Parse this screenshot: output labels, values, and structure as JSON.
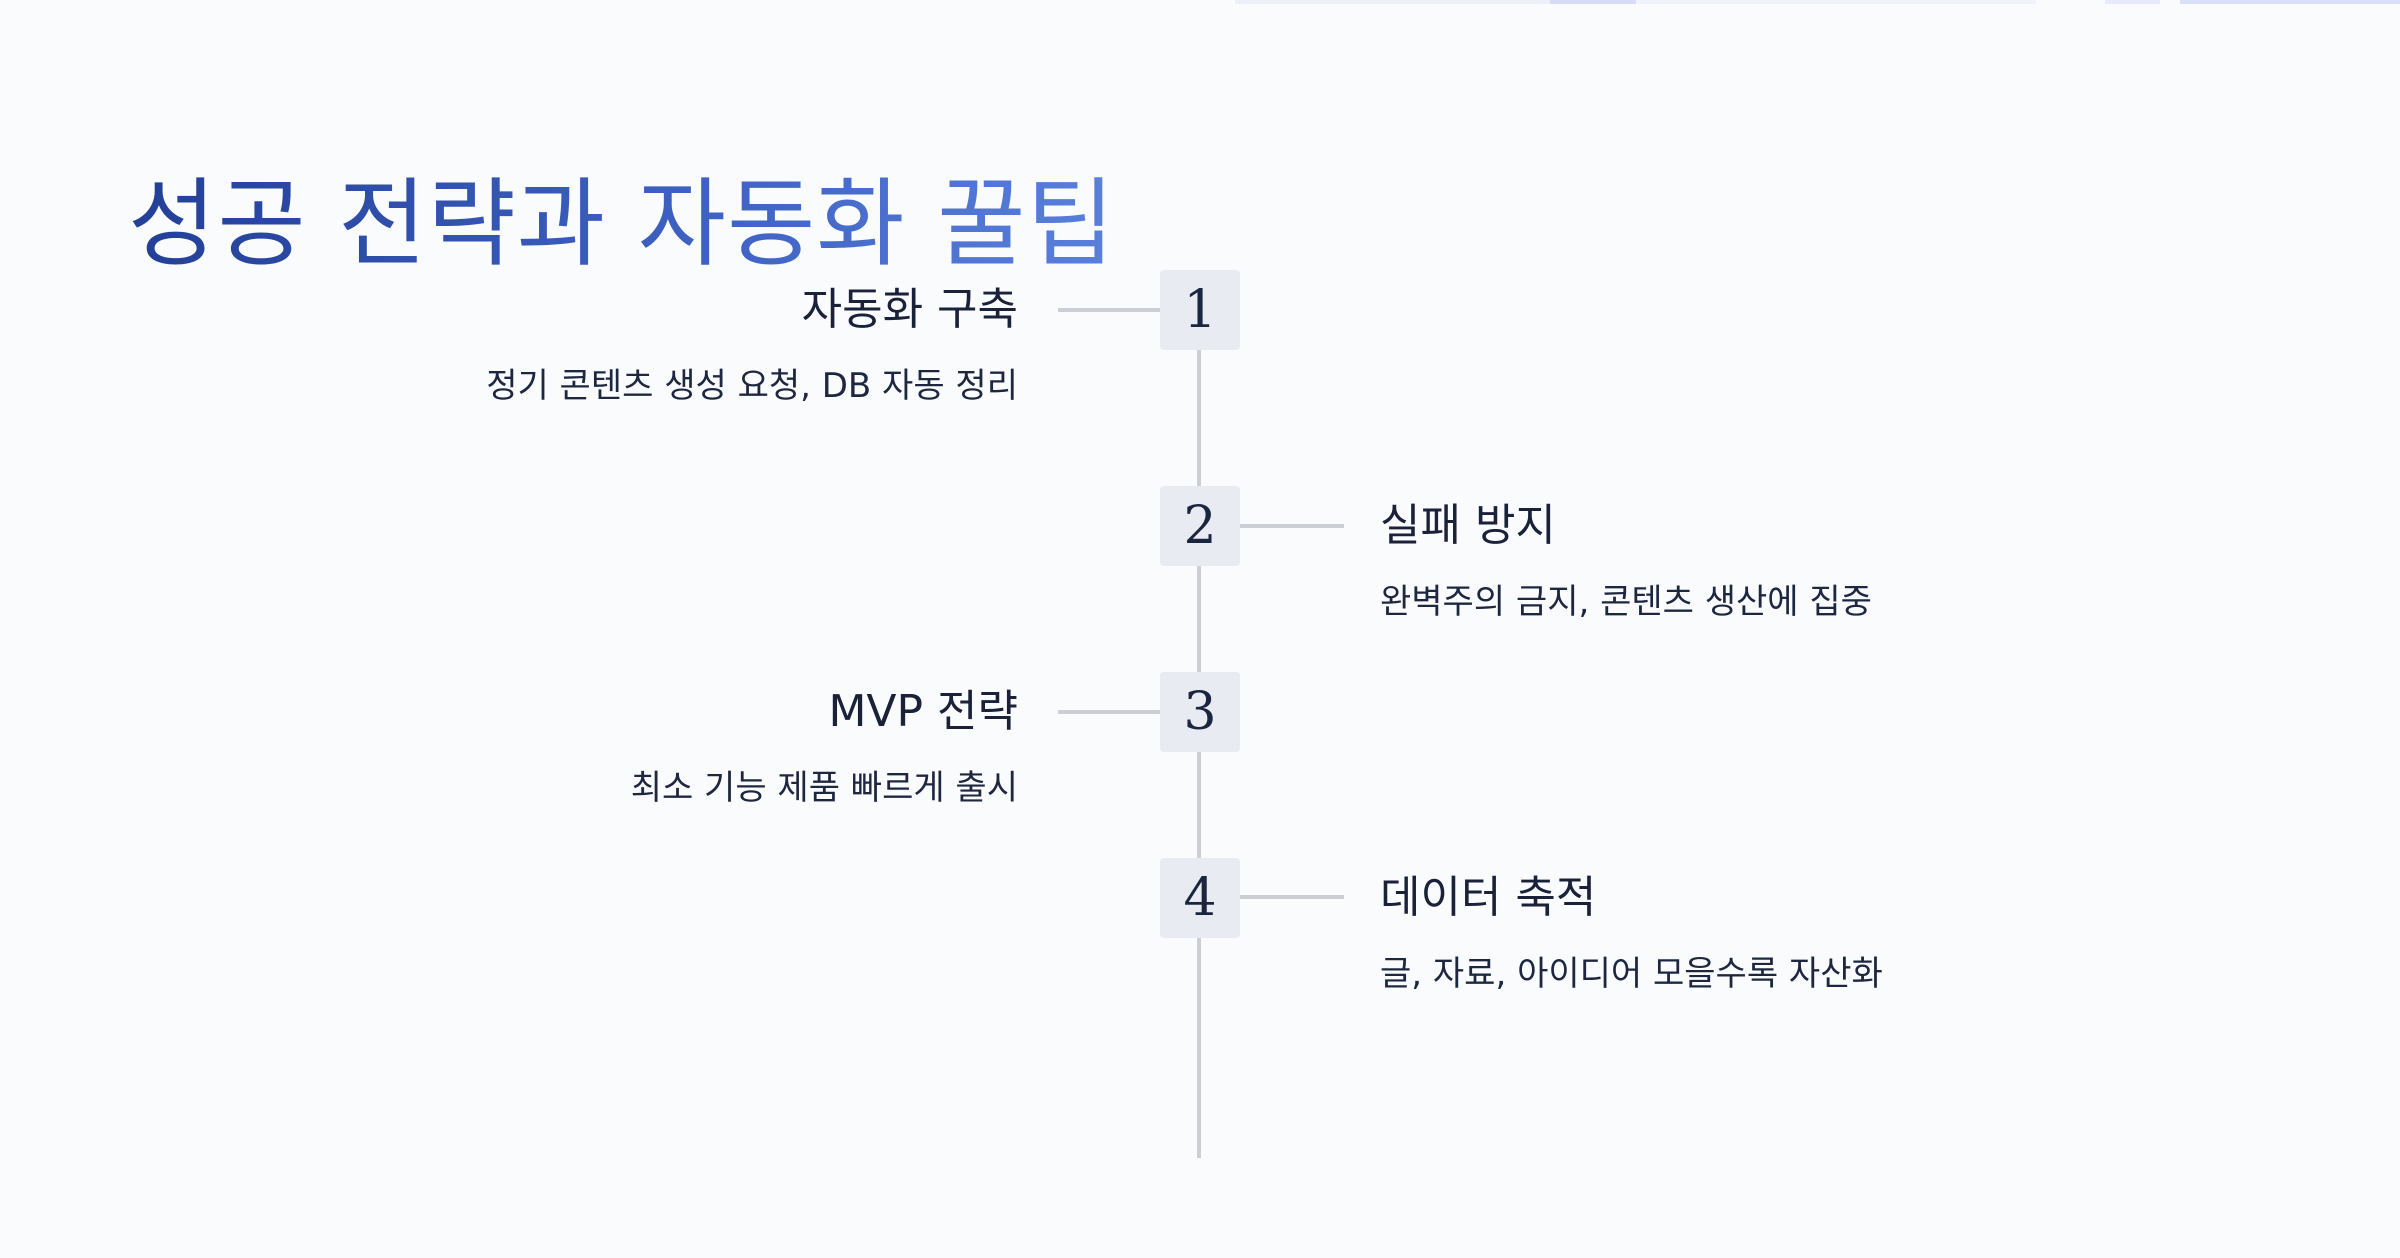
{
  "slide": {
    "title": "성공 전략과 자동화 꿀팁"
  },
  "timeline": [
    {
      "number": "1",
      "heading": "자동화 구축",
      "description": "정기 콘텐츠 생성 요청, DB 자동 정리",
      "side": "left"
    },
    {
      "number": "2",
      "heading": "실패 방지",
      "description": "완벽주의 금지, 콘텐츠 생산에 집중",
      "side": "right"
    },
    {
      "number": "3",
      "heading": "MVP 전략",
      "description": "최소 기능 제품 빠르게 출시",
      "side": "left"
    },
    {
      "number": "4",
      "heading": "데이터 축적",
      "description": "글, 자료, 아이디어 모을수록 자산화",
      "side": "right"
    }
  ],
  "colors": {
    "title_gradient_start": "#233f96",
    "title_gradient_end": "#5a80dc",
    "badge_background": "#e8ebf2",
    "line": "#cbced4",
    "text": "#1a2138",
    "background": "#f9fbfd"
  }
}
